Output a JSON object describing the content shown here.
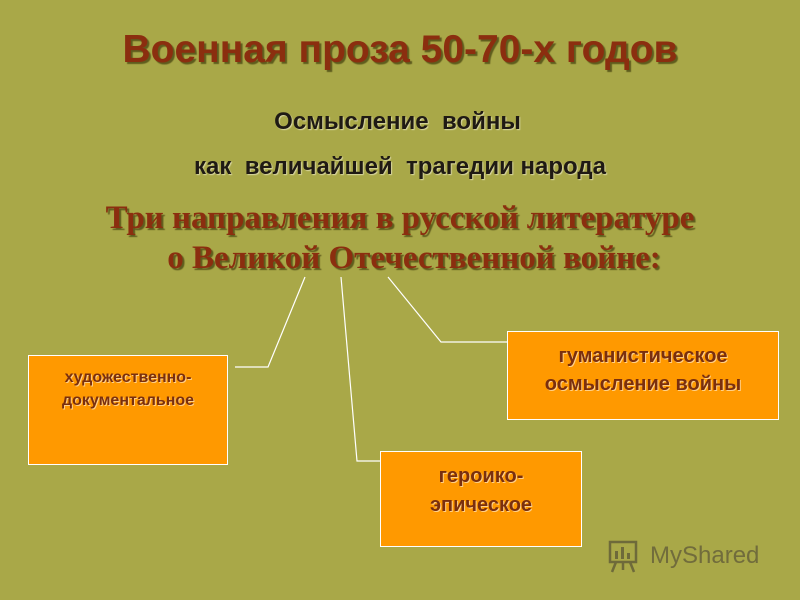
{
  "slide": {
    "title": "Военная проза 50-70-х годов",
    "subtitle_line1": "Осмысление  войны",
    "subtitle_line2": "как  величайшей  трагедии народа",
    "directions_line1": "Три направления в русской литературе",
    "directions_line2": "о Великой Отечественной войне:"
  },
  "boxes": {
    "documentary": [
      "художественно-",
      "документальное"
    ],
    "humanistic": [
      "гуманистическое",
      "осмысление войны"
    ],
    "heroic": [
      "героико-",
      "эпическое"
    ]
  },
  "watermark": {
    "text": "MyShared",
    "icon": "presentation-board-icon"
  },
  "colors": {
    "background": "#a9a848",
    "title": "#8b2e0f",
    "box_fill": "#ff9900",
    "box_text": "#7a2f0e"
  }
}
